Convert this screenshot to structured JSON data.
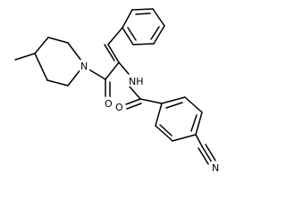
{
  "molecule": {
    "atoms": {
      "n_piperidine": "N",
      "o_carbonyl_top": "O",
      "nh_amide": "NH",
      "o_carbonyl_bottom": "O",
      "n_nitrile": "N"
    }
  }
}
